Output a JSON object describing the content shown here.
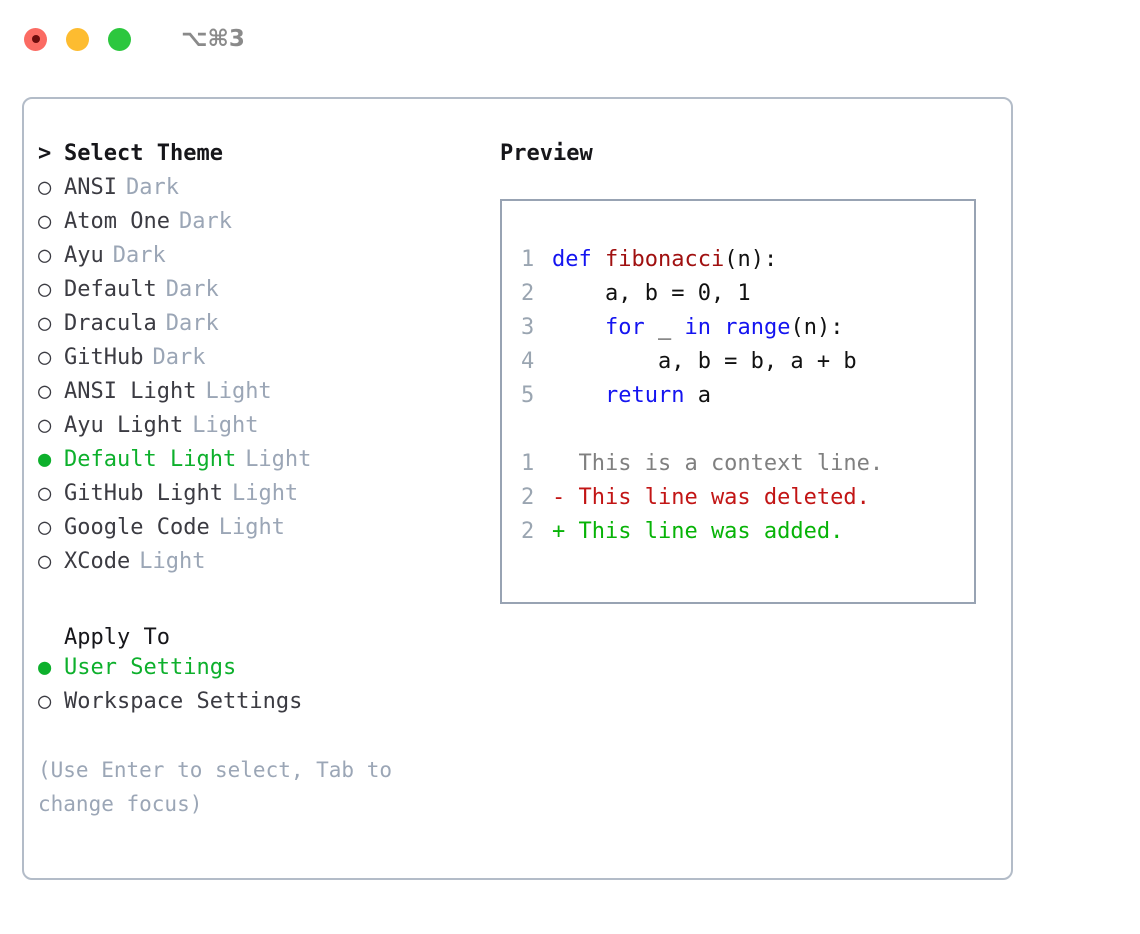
{
  "titlebar": {
    "shortcut": "⌥⌘3",
    "lights": [
      {
        "name": "close-button",
        "color": "#fb6b63"
      },
      {
        "name": "minimize-button",
        "color": "#fdbc30"
      },
      {
        "name": "maximize-button",
        "color": "#2cc73e"
      }
    ]
  },
  "theme_picker": {
    "title": "Select Theme",
    "title_marker": ">",
    "marker_selected": "●",
    "marker_unselected": "○",
    "items": [
      {
        "label": "ANSI",
        "tag": "Dark",
        "selected": false
      },
      {
        "label": "Atom One",
        "tag": "Dark",
        "selected": false
      },
      {
        "label": "Ayu",
        "tag": "Dark",
        "selected": false
      },
      {
        "label": "Default",
        "tag": "Dark",
        "selected": false
      },
      {
        "label": "Dracula",
        "tag": "Dark",
        "selected": false
      },
      {
        "label": "GitHub",
        "tag": "Dark",
        "selected": false
      },
      {
        "label": "ANSI Light",
        "tag": "Light",
        "selected": false
      },
      {
        "label": "Ayu Light",
        "tag": "Light",
        "selected": false
      },
      {
        "label": "Default Light",
        "tag": "Light",
        "selected": true
      },
      {
        "label": "GitHub Light",
        "tag": "Light",
        "selected": false
      },
      {
        "label": "Google Code",
        "tag": "Light",
        "selected": false
      },
      {
        "label": "XCode",
        "tag": "Light",
        "selected": false
      }
    ]
  },
  "apply_to": {
    "label": "Apply To",
    "options": [
      {
        "label": "User Settings",
        "selected": true
      },
      {
        "label": "Workspace Settings",
        "selected": false
      }
    ]
  },
  "hint": "(Use Enter to select, Tab to change focus)",
  "preview": {
    "title": "Preview",
    "code_lines": [
      {
        "num": "1",
        "tokens": [
          {
            "text": "def ",
            "type": "kw"
          },
          {
            "text": "fibonacci",
            "type": "fn"
          },
          {
            "text": "(n):",
            "type": "pl"
          }
        ]
      },
      {
        "num": "2",
        "tokens": [
          {
            "text": "    a, b = 0, 1",
            "type": "pl"
          }
        ]
      },
      {
        "num": "3",
        "tokens": [
          {
            "text": "    ",
            "type": "pl"
          },
          {
            "text": "for",
            "type": "kw"
          },
          {
            "text": " _ ",
            "type": "pl"
          },
          {
            "text": "in",
            "type": "kw"
          },
          {
            "text": " ",
            "type": "pl"
          },
          {
            "text": "range",
            "type": "kw"
          },
          {
            "text": "(n):",
            "type": "pl"
          }
        ]
      },
      {
        "num": "4",
        "tokens": [
          {
            "text": "        a, b = b, a + b",
            "type": "pl"
          }
        ]
      },
      {
        "num": "5",
        "tokens": [
          {
            "text": "    ",
            "type": "pl"
          },
          {
            "text": "return",
            "type": "kw"
          },
          {
            "text": " a",
            "type": "pl"
          }
        ]
      }
    ],
    "diff_lines": [
      {
        "num": "1",
        "tokens": [
          {
            "text": "  This is a context line.",
            "type": "ctx"
          }
        ]
      },
      {
        "num": "2",
        "tokens": [
          {
            "text": "- This line was deleted.",
            "type": "del"
          }
        ]
      },
      {
        "num": "2",
        "tokens": [
          {
            "text": "+ This line was added.",
            "type": "add"
          }
        ]
      }
    ]
  },
  "colors": {
    "accent_green": "#0db02c",
    "muted": "#9ba6b6",
    "keyword": "#1414f0",
    "function": "#a01010",
    "diff_add": "#07b307",
    "diff_del": "#c21515",
    "border": "#b3bcc8",
    "preview_border": "#98a3b3"
  }
}
